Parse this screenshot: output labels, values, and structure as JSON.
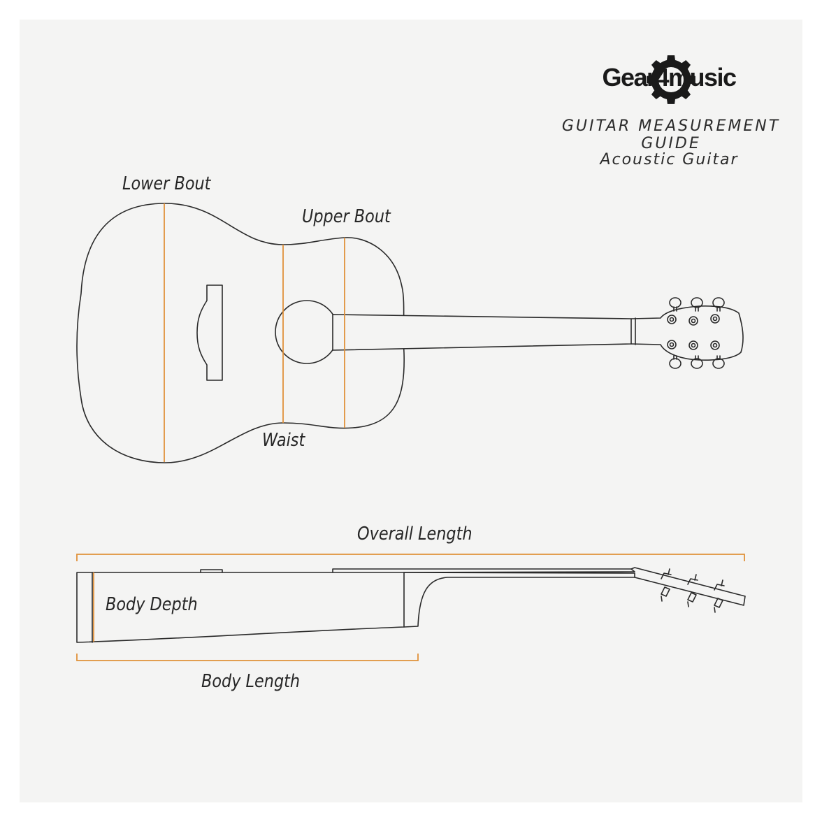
{
  "brand": {
    "name": "Gear4music",
    "logo_icon": "gear-icon"
  },
  "title": "GUITAR MEASUREMENT GUIDE",
  "subtitle": "Acoustic Guitar",
  "front_view": {
    "labels": {
      "lower_bout": "Lower Bout",
      "upper_bout": "Upper Bout",
      "waist": "Waist"
    }
  },
  "side_view": {
    "labels": {
      "overall_length": "Overall Length",
      "body_depth": "Body Depth",
      "body_length": "Body Length"
    }
  },
  "colors": {
    "background": "#f4f4f3",
    "outline": "#2a2a2a",
    "measure": "#e0913a"
  }
}
